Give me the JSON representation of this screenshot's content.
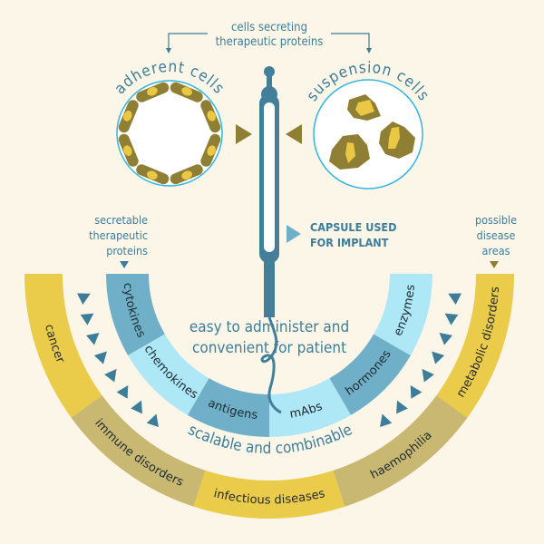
{
  "header": {
    "line1": "cells secreting",
    "line2": "therapeutic proteins"
  },
  "adherent_title": "adherent cells",
  "suspension_title": "suspension cells",
  "capsule": {
    "line1": "CAPSULE USED",
    "line2": "FOR IMPLANT"
  },
  "proteins_caption": {
    "line1": "secretable",
    "line2": "therapeutic",
    "line3": "proteins"
  },
  "disease_caption": {
    "line1": "possible",
    "line2": "disease",
    "line3": "areas"
  },
  "center_text": {
    "line1": "easy to administer and",
    "line2": "convenient for patient"
  },
  "arc_text": "scalable and combinable",
  "proteins": [
    "cytokines",
    "chemokines",
    "antigens",
    "mAbs",
    "hormones",
    "enzymes"
  ],
  "diseases": [
    "cancer",
    "immune disorders",
    "infectious diseases",
    "haemophilia",
    "metabolic disorders"
  ],
  "colors": {
    "teal_text": "#3d7d99",
    "capsule": "#437f9a",
    "protein_dark": "#6fb0c8",
    "protein_light": "#aee7f6",
    "disease_yellow": "#ebcb4a",
    "disease_olive": "#c8b872",
    "cell_body": "#8f7f35",
    "cell_nucleus": "#ebc843",
    "circle_stroke": "#2fb6e2"
  }
}
